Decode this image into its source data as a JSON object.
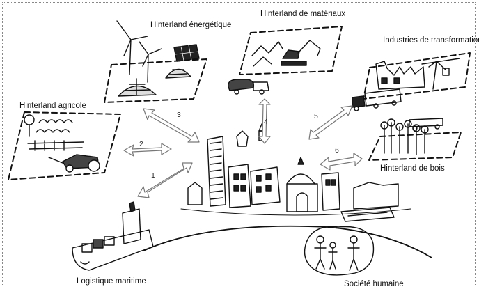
{
  "labels": {
    "energetique": "Hinterland énergétique",
    "materiaux": "Hinterland de matériaux",
    "industries": "Industries de transformation",
    "agricole": "Hinterland agricole",
    "bois": "Hinterland de bois",
    "logistique": "Logistique maritime",
    "societe": "Société humaine"
  },
  "arrow_numbers": [
    "1",
    "2",
    "3",
    "4",
    "5",
    "6"
  ],
  "colors": {
    "ink": "#111111",
    "frame": "#888888",
    "arrow_fill": "#ffffff",
    "arrow_stroke": "#777777"
  }
}
